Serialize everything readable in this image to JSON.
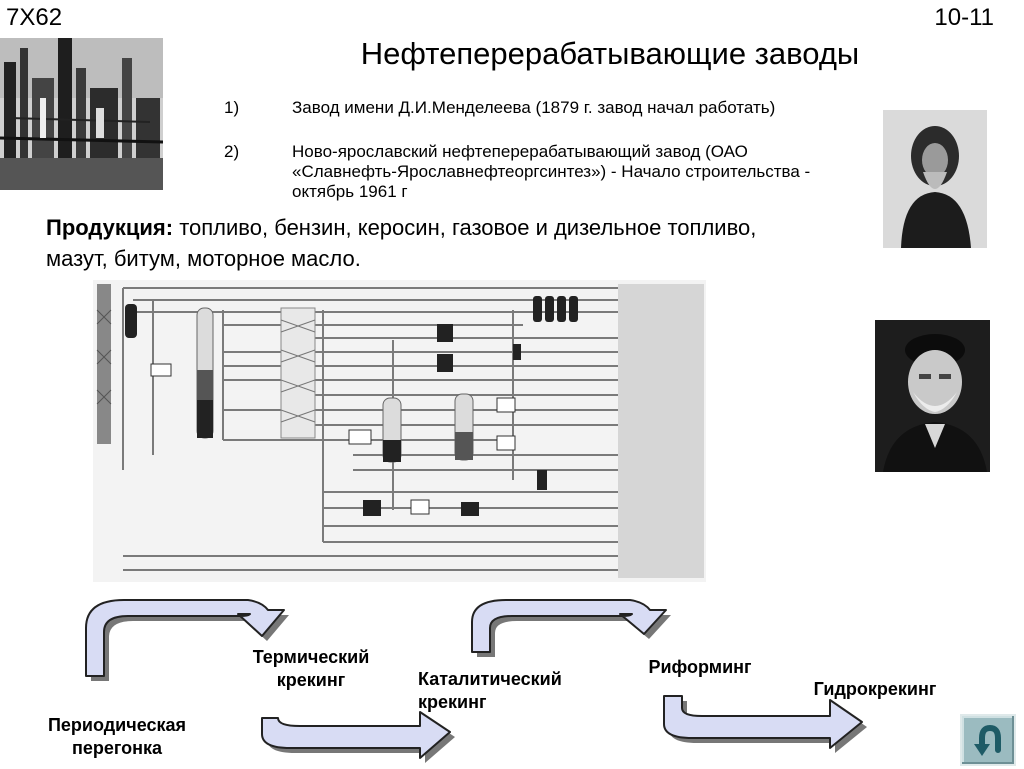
{
  "slide": {
    "code": "7X62",
    "page": "10-11",
    "title": "Нефтеперерабатывающие заводы"
  },
  "list": [
    {
      "num": "1)",
      "text": "Завод имени Д.И.Менделеева (1879 г. завод начал работать)"
    },
    {
      "num": "2)",
      "text": "Ново-ярославский нефтеперерабатывающий завод (ОАО «Славнефть-Ярославнефтеоргсинтез») - Начало строительства - октябрь 1961 г"
    }
  ],
  "products": {
    "label": "Продукция:",
    "text": " топливо, бензин, керосин, газовое и дизельное топливо, мазут, битум, моторное масло."
  },
  "stages": {
    "periodic": "Периодическая перегонка",
    "thermal": "Термический крекинг",
    "catalytic": "Каталитический крекинг",
    "reforming": "Риформинг",
    "hydro": "Гидрокрекинг"
  },
  "colors": {
    "arrow_fill": "#d8dcf4",
    "arrow_stroke": "#222222",
    "arrow_shadow": "#777777",
    "back_button": "#9bbbc0",
    "diagram_panel": "#d6d6d6"
  },
  "icons": {
    "back": "u-turn-arrow-icon"
  }
}
